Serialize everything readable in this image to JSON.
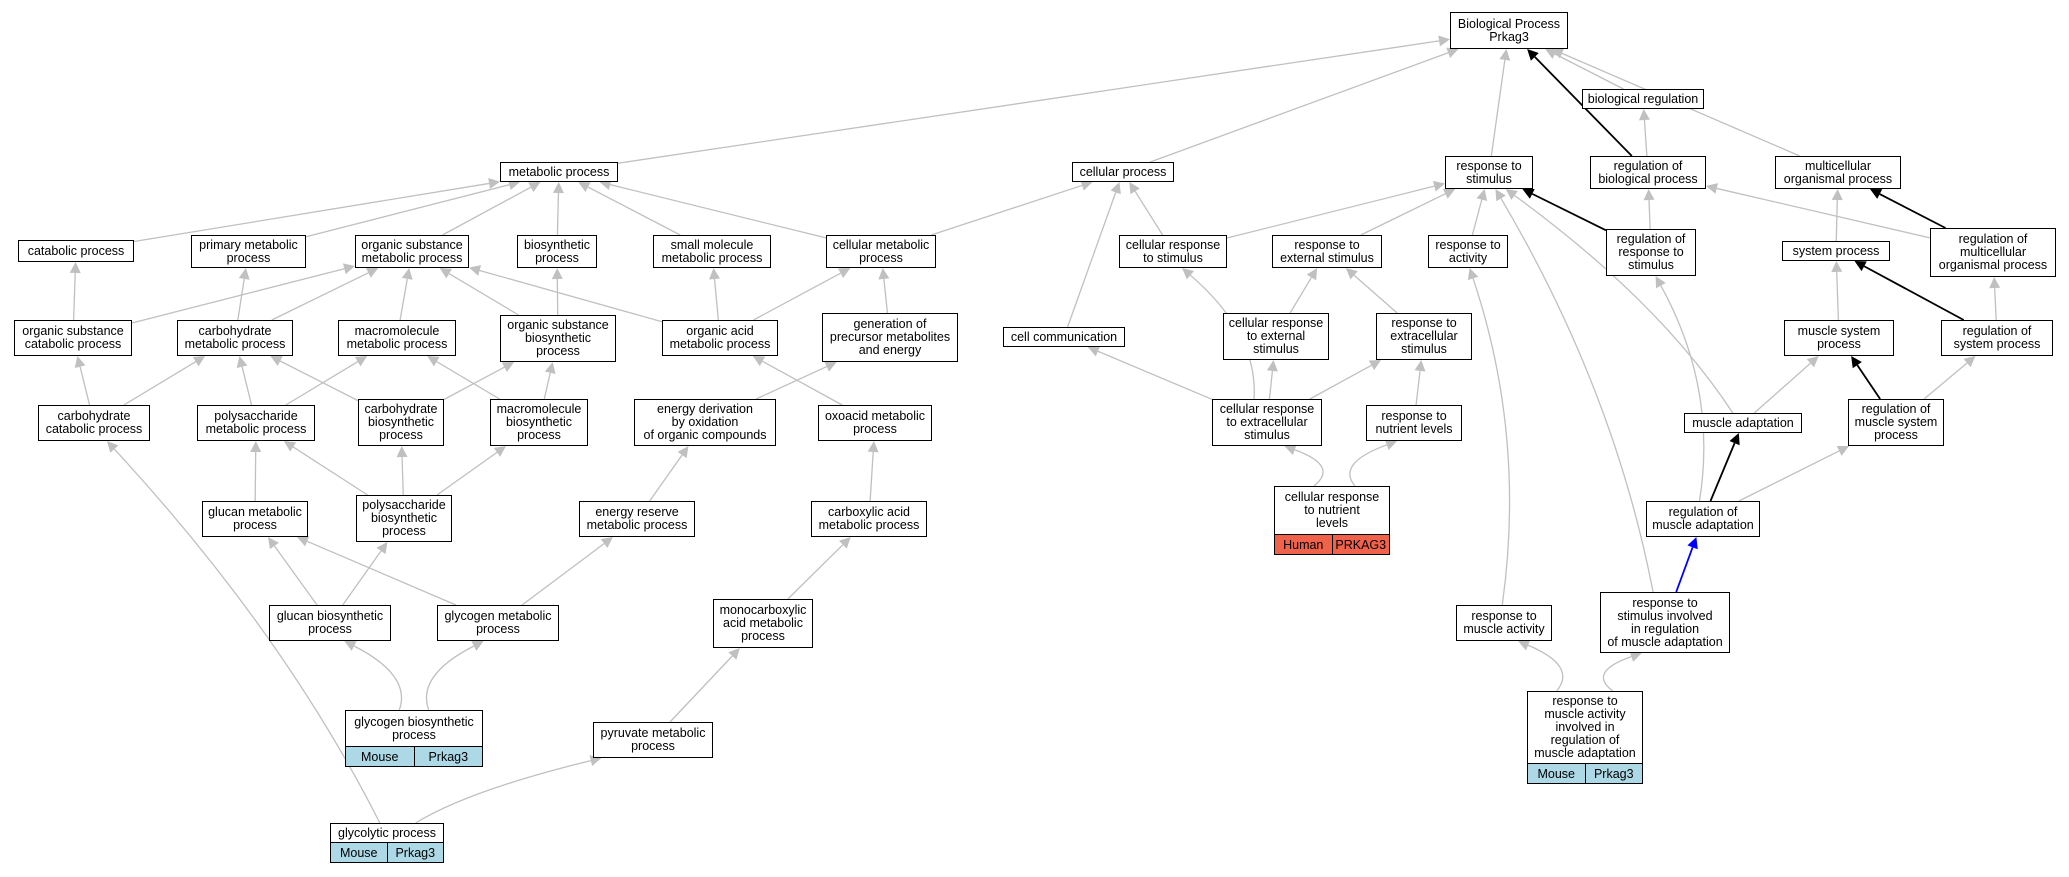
{
  "colors": {
    "edge": "#c0c0c0",
    "strong_edge": "#000000",
    "blue_edge": "#0000ff",
    "human_badge": "#f0624a",
    "mouse_badge": "#add8e6"
  },
  "nodes": {
    "bp": "Biological Process\nPrkag3",
    "metabolic": "metabolic process",
    "cellular_process": "cellular process",
    "response_stimulus": "response to\nstimulus",
    "bio_regulation": "biological regulation",
    "reg_bio_process": "regulation of\nbiological process",
    "multicellular": "multicellular\norganismal process",
    "catabolic": "catabolic process",
    "primary_metabolic": "primary metabolic\nprocess",
    "org_sub_metabolic": "organic substance\nmetabolic process",
    "biosynthetic": "biosynthetic\nprocess",
    "small_molecule": "small molecule\nmetabolic process",
    "cellular_metabolic": "cellular metabolic\nprocess",
    "cell_resp_stimulus": "cellular response\nto stimulus",
    "resp_external": "response to\nexternal stimulus",
    "resp_activity": "response to\nactivity",
    "reg_resp_stimulus": "regulation of\nresponse to\nstimulus",
    "system_process": "system process",
    "reg_multicellular": "regulation of\nmulticellular\norganismal process",
    "org_sub_catabolic": "organic substance\ncatabolic process",
    "carb_metabolic": "carbohydrate\nmetabolic process",
    "macromol_metabolic": "macromolecule\nmetabolic process",
    "org_sub_biosynth": "organic substance\nbiosynthetic\nprocess",
    "organic_acid": "organic acid\nmetabolic process",
    "gen_precursor": "generation of\nprecursor metabolites\nand energy",
    "cell_communication": "cell communication",
    "cell_resp_external": "cellular response\nto external\nstimulus",
    "resp_extracellular": "response to\nextracellular\nstimulus",
    "muscle_system": "muscle system\nprocess",
    "reg_system": "regulation of\nsystem process",
    "carb_catabolic": "carbohydrate\ncatabolic process",
    "polysacch_metabolic": "polysaccharide\nmetabolic process",
    "carb_biosynth": "carbohydrate\nbiosynthetic\nprocess",
    "macromol_biosynth": "macromolecule\nbiosynthetic\nprocess",
    "energy_derivation": "energy derivation\nby oxidation\nof organic compounds",
    "oxoacid": "oxoacid metabolic\nprocess",
    "cell_resp_extracellular": "cellular response\nto extracellular\nstimulus",
    "resp_nutrient": "response to\nnutrient levels",
    "muscle_adaptation": "muscle adaptation",
    "reg_muscle_system": "regulation of\nmuscle system\nprocess",
    "glucan_metabolic": "glucan metabolic\nprocess",
    "polysacch_biosynth": "polysaccharide\nbiosynthetic\nprocess",
    "energy_reserve": "energy reserve\nmetabolic process",
    "carboxylic": "carboxylic acid\nmetabolic process",
    "cell_resp_nutrient": "cellular response\nto nutrient\nlevels",
    "reg_muscle_adaptation": "regulation of\nmuscle adaptation",
    "glucan_biosynth": "glucan biosynthetic\nprocess",
    "glycogen_metabolic": "glycogen metabolic\nprocess",
    "monocarboxylic": "monocarboxylic\nacid metabolic\nprocess",
    "resp_muscle_activity": "response to\nmuscle activity",
    "resp_stim_muscle_adapt": "response to\nstimulus involved\nin regulation\nof muscle adaptation",
    "glycogen_biosynth": "glycogen biosynthetic\nprocess",
    "pyruvate": "pyruvate metabolic\nprocess",
    "resp_muscle_activity_reg": "response to\nmuscle activity\ninvolved in\nregulation of\nmuscle adaptation",
    "glycolytic": "glycolytic process"
  },
  "badges": {
    "cell_resp_nutrient": [
      "Human",
      "PRKAG3"
    ],
    "glycogen_biosynth": [
      "Mouse",
      "Prkag3"
    ],
    "resp_muscle_activity_reg": [
      "Mouse",
      "Prkag3"
    ],
    "glycolytic": [
      "Mouse",
      "Prkag3"
    ]
  }
}
